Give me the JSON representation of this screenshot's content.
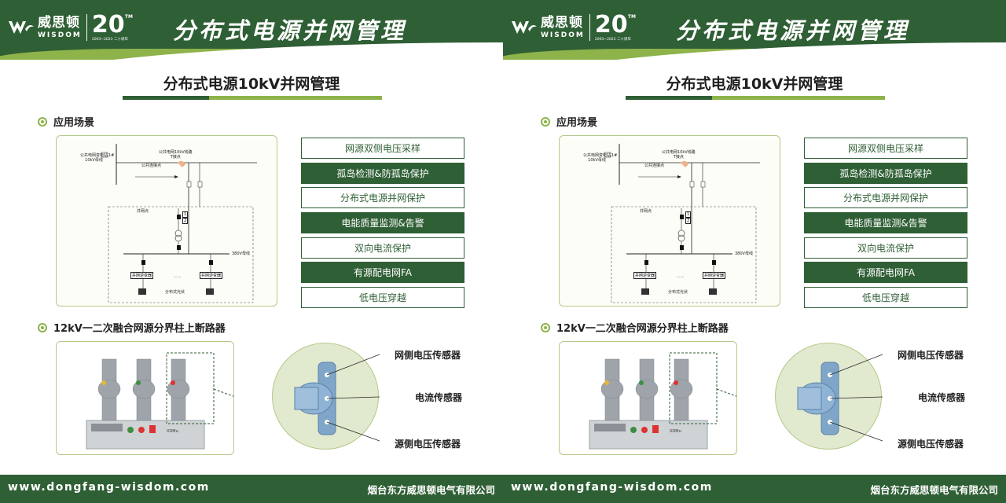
{
  "panels": [
    {
      "logo": {
        "cn": "威思顿",
        "en": "WISDOM",
        "num": "20",
        "tm": "TM",
        "years": "2003~2023 二十周年"
      },
      "title": "分布式电源并网管理",
      "subtitle": "分布式电源10kV并网管理",
      "section1": "应用场景",
      "section2": "12kV一二次融合网源分界柱上断路器",
      "diagram": {
        "substation": "公共电网变电站\n10kV母线",
        "line": "公共电网10kV线路\nT接点",
        "connect": "公共连接点",
        "grid_point": "并网点",
        "bus380": "380V母线",
        "inverter1": "并网逆变器",
        "inverter2": "并网逆变器",
        "ellipsis": "......",
        "pv": "分布式光伏",
        "tag1": "1",
        "tag2": "2",
        "tag0": "1#"
      },
      "features": [
        {
          "label": "网源双侧电压采样",
          "style": "light"
        },
        {
          "label": "孤岛检测&防孤岛保护",
          "style": "dark"
        },
        {
          "label": "分布式电源并网保护",
          "style": "light"
        },
        {
          "label": "电能质量监测&告警",
          "style": "dark"
        },
        {
          "label": "双向电流保护",
          "style": "light"
        },
        {
          "label": "有源配电网FA",
          "style": "dark"
        },
        {
          "label": "低电压穿越",
          "style": "light"
        }
      ],
      "sensors": {
        "grid_side": "网侧电压传感器",
        "current": "电流传感器",
        "source_side": "源侧电压传感器"
      },
      "device_label": "XDMu",
      "footer": {
        "url": "www.dongfang-wisdom.com",
        "company": "烟台东方威思顿电气有限公司"
      }
    }
  ],
  "colors": {
    "dark_green": "#2f5f35",
    "light_green": "#8db34a",
    "sensor_blue": "#7fa6c8"
  }
}
